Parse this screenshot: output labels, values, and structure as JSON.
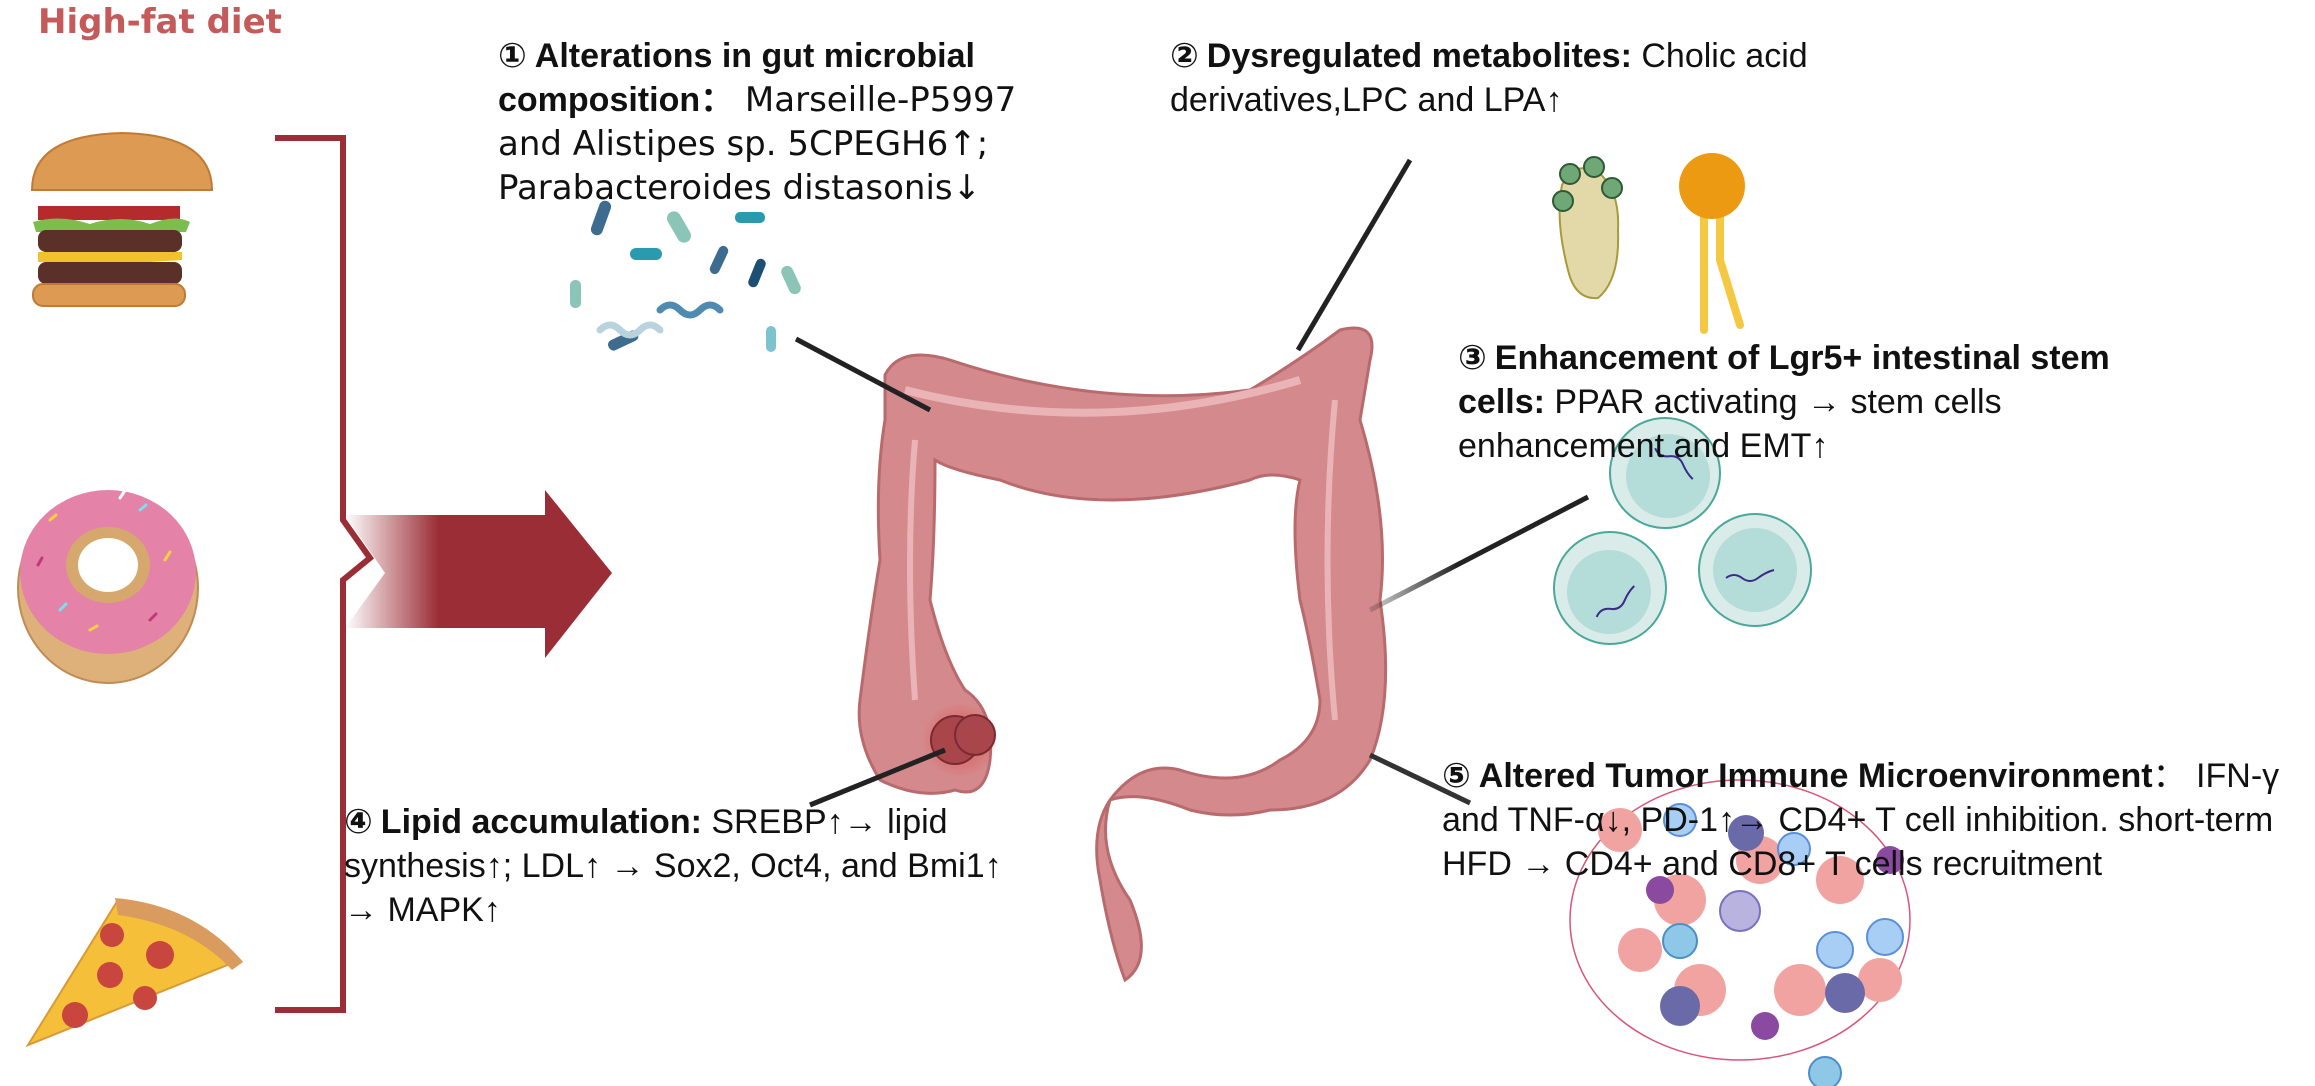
{
  "title": "High-fat diet",
  "colors": {
    "title": "#c45a5a",
    "bracket": "#9b2d36",
    "colon": "#d48a8c",
    "colon_outline": "#b86a6d",
    "tumor": "#a8464c",
    "cholic_body": "#e3d9a8",
    "cholic_dots": "#6fa876",
    "lipid_head": "#ec9a12",
    "lipid_tail": "#f5c842",
    "stem_cell": "#cfe7e4",
    "stem_cell_outline": "#4aa89a",
    "dna": "#3a2a8a"
  },
  "foods": [
    {
      "name": "burger"
    },
    {
      "name": "donut"
    },
    {
      "name": "pizza"
    }
  ],
  "notes": [
    {
      "number": "①",
      "heading": "Alterations in gut microbial composition",
      "separator": "：",
      "body": "Marseille-P5997 and Alistipes sp. 5CPEGH6↑; Parabacteroides distasonis↓"
    },
    {
      "number": "②",
      "heading": "Dysregulated  metabolites:",
      "body": "Cholic acid derivatives,LPC and LPA↑"
    },
    {
      "number": "③",
      "heading": "Enhancement of Lgr5+ intestinal stem cells:",
      "body": "PPAR activating → stem cells enhancement and EMT↑"
    },
    {
      "number": "④",
      "heading": "Lipid accumulation:",
      "body": "SREBP↑→ lipid synthesis↑; LDL↑ → Sox2, Oct4, and Bmi1↑ → MAPK↑"
    },
    {
      "number": "⑤",
      "heading": "Altered Tumor Immune Microenvironment",
      "separator": "：",
      "body": "IFN-γ and TNF-α↓,  PD-1↑→ CD4+ T cell inhibition. short-term HFD → CD4+ and CD8+ T cells recruitment"
    }
  ]
}
